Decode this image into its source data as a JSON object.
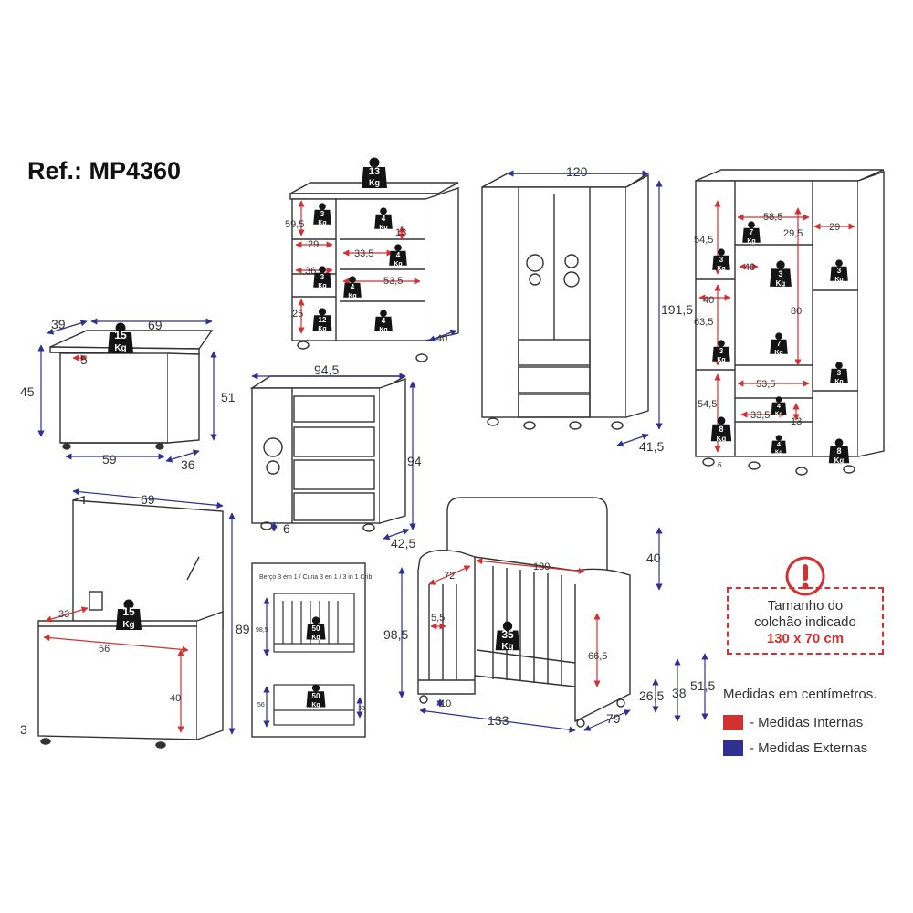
{
  "header": {
    "ref": "Ref.: MP4360"
  },
  "colors": {
    "internal": "#d43030",
    "external": "#2e3192",
    "weight_badge": "#141414",
    "outline": "#333333"
  },
  "weight_unit": "Kg",
  "toy_chest": {
    "top_depth": "39",
    "top_width": "69",
    "inner_gap": "5",
    "front_height": "45",
    "side_height": "51",
    "bottom_width": "59",
    "bottom_depth": "36",
    "weight": "15"
  },
  "dresser": {
    "top_weight": "13",
    "height": "59,5",
    "shelf_h": "13",
    "width_29": "29",
    "width_33": "33,5",
    "width_36": "36",
    "width_53": "53,5",
    "height_25": "25",
    "depth": "40",
    "weights": [
      "3",
      "4",
      "4",
      "3",
      "4",
      "12",
      "4"
    ]
  },
  "small_dresser": {
    "width": "94,5",
    "height": "94",
    "foot": "6",
    "depth": "42,5"
  },
  "wardrobe": {
    "width": "120",
    "height": "191,5",
    "depth": "41,5"
  },
  "wardrobe_open": {
    "d_54_top": "54,5",
    "d_58": "58,5",
    "d_29_5": "29,5",
    "d_29": "29",
    "d_40_a": "40",
    "d_40_b": "40",
    "d_63": "63,5",
    "d_80": "80",
    "d_53": "53,5",
    "d_54_bot": "54,5",
    "d_33": "33,5",
    "d_13": "13",
    "d_6": "6",
    "weights": [
      "7",
      "3",
      "3",
      "3",
      "3",
      "3",
      "7",
      "4",
      "8",
      "4",
      "8"
    ]
  },
  "chest_open": {
    "width": "69",
    "d_33": "33",
    "weight": "15",
    "d_56": "56",
    "d_40": "40",
    "height": "89",
    "foot": "3"
  },
  "crib_inset": {
    "title": "Berço 3 em 1 / Cuna 3 en 1 / 3 in 1 Crib",
    "h1": "98,5",
    "h2": "56",
    "h3": "38",
    "weight1": "50",
    "weight2": "50"
  },
  "crib": {
    "head_h": "40",
    "d_72": "72",
    "d_130": "130",
    "d_5": "5,5",
    "total_h": "98,5",
    "weight": "35",
    "d_66": "66,5",
    "d_10": "10",
    "d_26": "26,5",
    "d_38": "38",
    "d_51": "51,5",
    "width": "133",
    "depth": "79"
  },
  "mattress_notice": {
    "line1": "Tamanho do",
    "line2": "colchão indicado",
    "line3": "130 x 70 cm"
  },
  "legend": {
    "title": "Medidas em centímetros.",
    "internal": "- Medidas Internas",
    "external": "- Medidas Externas"
  }
}
